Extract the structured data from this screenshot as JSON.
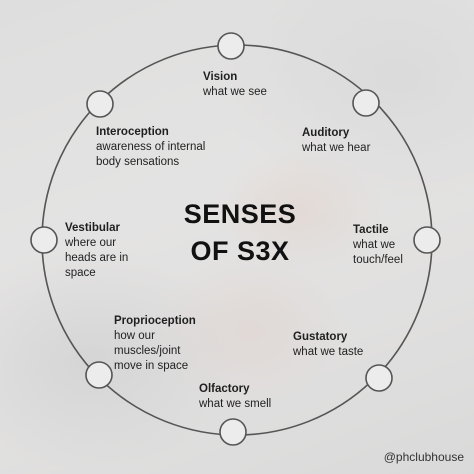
{
  "title": {
    "line1": "SENSES",
    "line2": "OF S3X"
  },
  "senses": [
    {
      "name": "Vision",
      "desc": "what we see"
    },
    {
      "name": "Auditory",
      "desc": "what we hear"
    },
    {
      "name": "Tactile",
      "desc": "what we touch/feel"
    },
    {
      "name": "Gustatory",
      "desc": "what we taste"
    },
    {
      "name": "Olfactory",
      "desc": "what we smell"
    },
    {
      "name": "Proprioception",
      "desc": "how our muscles/joint move in space"
    },
    {
      "name": "Vestibular",
      "desc": "where our heads are in space"
    },
    {
      "name": "Interoception",
      "desc": "awareness of internal body sensations"
    }
  ],
  "handle": "@phclubhouse",
  "colors": {
    "ring": "#555555",
    "text": "#1f1f1f",
    "node_fill": "#ececec"
  }
}
